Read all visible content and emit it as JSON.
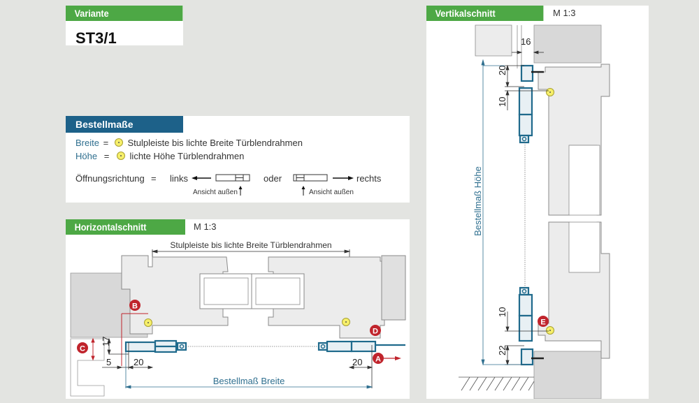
{
  "variant": {
    "header": "Variante",
    "value": "ST3/1"
  },
  "order_dimensions": {
    "header": "Bestellmaße",
    "width_label": "Breite",
    "width_eq": "=",
    "width_desc": "Stulpleiste bis lichte Breite Türblendrahmen",
    "height_label": "Höhe",
    "height_eq": "=",
    "height_desc": "lichte Höhe Türblendrahmen",
    "opening_label": "Öffnungsrichtung",
    "opening_eq": "=",
    "left_label": "links",
    "or_label": "oder",
    "right_label": "rechts",
    "view_outside_left": "Ansicht außen",
    "view_outside_right": "Ansicht außen"
  },
  "horizontal_section": {
    "header": "Horizontalschnitt",
    "scale": "M 1:3",
    "top_dimension": "Stulpleiste bis lichte Breite Türblendrahmen",
    "bottom_dimension": "Bestellmaß Breite",
    "dims": {
      "d17": "17",
      "d5": "5",
      "d20_left": "20",
      "d20_right": "20"
    },
    "markers": [
      "A",
      "B",
      "C",
      "D"
    ],
    "marker_color": "#c0242c",
    "profile_color": "#1f6a8c"
  },
  "vertical_section": {
    "header": "Vertikalschnitt",
    "scale": "M 1:3",
    "height_dimension": "Bestellmaß Höhe",
    "dims": {
      "d16": "16",
      "d20": "20",
      "d10_top": "10",
      "d10_bottom": "10",
      "d22": "22"
    },
    "markers": [
      "E"
    ]
  }
}
